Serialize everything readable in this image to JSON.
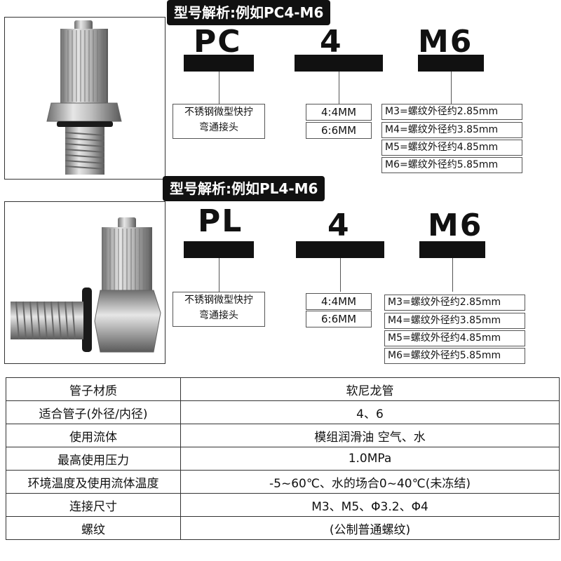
{
  "section1": {
    "title": "型号解析:例如PC4-M6",
    "code_type": "PC",
    "code_size": "4",
    "code_thread": "M6",
    "type_desc_1": "不锈钢微型快拧",
    "type_desc_2": "弯通接头",
    "sizes": [
      "4:4MM",
      "6:6MM"
    ],
    "threads": [
      "M3=螺纹外径约2.85mm",
      "M4=螺纹外径约3.85mm",
      "M5=螺纹外径约4.85mm",
      "M6=螺纹外径约5.85mm"
    ]
  },
  "section2": {
    "title": "型号解析:例如PL4-M6",
    "code_type": "PL",
    "code_size": "4",
    "code_thread": "M6",
    "type_desc_1": "不锈钢微型快拧",
    "type_desc_2": "弯通接头",
    "sizes": [
      "4:4MM",
      "6:6MM"
    ],
    "threads": [
      "M3=螺纹外径约2.85mm",
      "M4=螺纹外径约3.85mm",
      "M5=螺纹外径约4.85mm",
      "M6=螺纹外径约5.85mm"
    ]
  },
  "specs": [
    {
      "key": "管子材质",
      "value": "软尼龙管"
    },
    {
      "key": "适合管子(外径/内径)",
      "value": "4、6"
    },
    {
      "key": "使用流体",
      "value": "模组润滑油  空气、水"
    },
    {
      "key": "最高使用压力",
      "value": "1.0MPa"
    },
    {
      "key": "环境温度及使用流体温度",
      "value": "-5~60℃、水的场合0~40℃(未冻结)"
    },
    {
      "key": "连接尺寸",
      "value": "M3、M5、Φ3.2、Φ4"
    },
    {
      "key": "螺纹",
      "value": "(公制普通螺纹)"
    }
  ]
}
